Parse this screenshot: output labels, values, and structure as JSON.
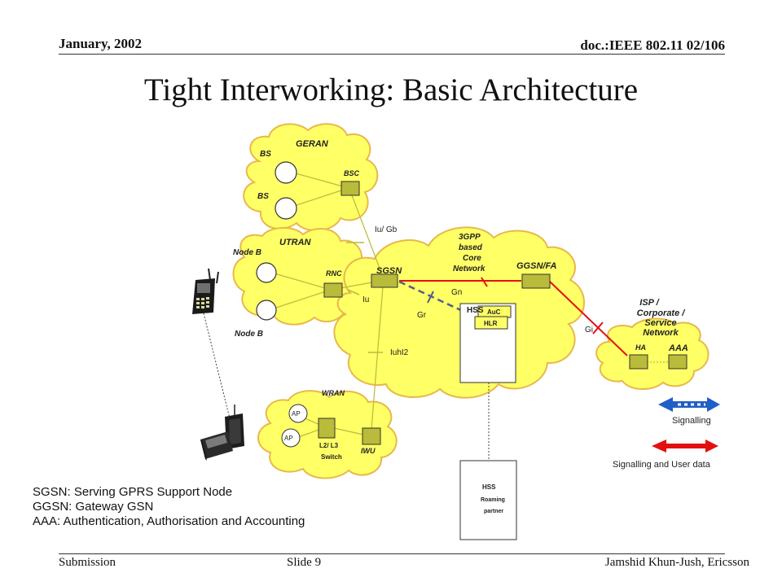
{
  "header": {
    "date": "January, 2002",
    "doc": "doc.:IEEE 802.11 02/106"
  },
  "title": "Tight Interworking: Basic Architecture",
  "footer": {
    "left": "Submission",
    "center": "Slide 9",
    "right": "Jamshid Khun-Jush, Ericsson"
  },
  "diagram": {
    "geran": {
      "label": "GERAN",
      "bs1": "BS",
      "bs2": "BS",
      "bsc": "BSC"
    },
    "utran": {
      "label": "UTRAN",
      "nodeb1": "Node B",
      "nodeb2": "Node B",
      "rnc": "RNC"
    },
    "wran": {
      "label": "WRAN",
      "ap1": "AP",
      "ap2": "AP",
      "switch_line1": "L2/ L3",
      "switch_line2": "Switch",
      "iwu": "IWU"
    },
    "core": {
      "label_line1": "3GPP",
      "label_line2": "based",
      "label_line3": "Core",
      "label_line4": "Network",
      "sgsn": "SGSN",
      "ggsn": "GGSN/FA",
      "hss": "HSS",
      "auc": "AuC",
      "hlr": "HLR"
    },
    "isp": {
      "label_line1": "ISP /",
      "label_line2": "Corporate /",
      "label_line3": "Service",
      "label_line4": "Network",
      "ha": "HA",
      "aaa": "AAA"
    },
    "roaming": {
      "line1": "HSS",
      "line2": "Roaming",
      "line3": "partner"
    },
    "interfaces": {
      "iu_gb": "Iu/  Gb",
      "iu": "Iu",
      "iuhl2": "IuhI2",
      "gn": "Gn",
      "gr": "Gr",
      "gi": "Gi"
    },
    "legend": {
      "signalling": "Signalling",
      "signalling_user": "Signalling and User data",
      "signalling_color": "#1f5fc8",
      "user_data_color": "#e41010"
    }
  },
  "definitions": [
    "SGSN: Serving GPRS Support Node",
    "GGSN: Gateway GSN",
    "AAA: Authentication, Authorisation and Accounting"
  ],
  "colors": {
    "cloud_fill": "#ffff66",
    "cloud_edge": "#e8b84a",
    "box_fill": "#b9bb3a"
  }
}
